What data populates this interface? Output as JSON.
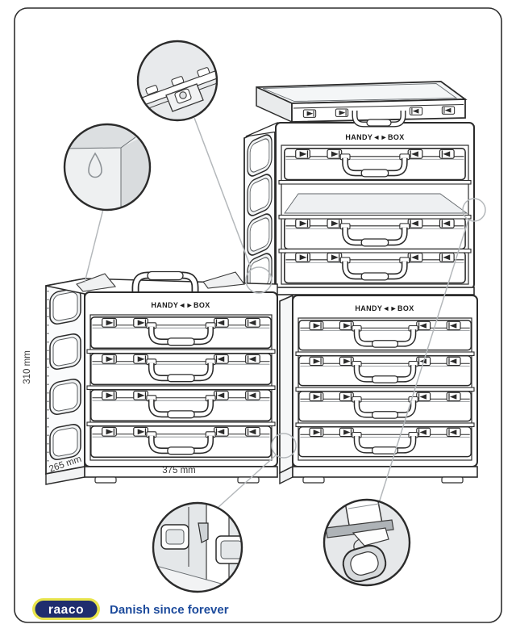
{
  "page": {
    "background": "#ffffff",
    "border_color": "#2f2f2f"
  },
  "product": {
    "units": [
      {
        "id": "cabinet-top-right",
        "label": "HANDY◄►BOX",
        "slots": 4,
        "cases_inside": 3,
        "empty_slot": 2,
        "loose_case_on_top": true
      },
      {
        "id": "cabinet-left",
        "label": "HANDY◄►BOX",
        "slots": 4,
        "cases_inside": 4,
        "carry_handle_on_top": true
      },
      {
        "id": "cabinet-bottom-right",
        "label": "HANDY◄►BOX",
        "slots": 4,
        "cases_inside": 4
      }
    ]
  },
  "dimensions": {
    "height": "310 mm",
    "depth": "265 mm",
    "width": "375 mm"
  },
  "callouts": [
    {
      "name": "rail-clip-detail"
    },
    {
      "name": "wall-keyhole-detail"
    },
    {
      "name": "stacking-feet-detail"
    },
    {
      "name": "caster-wheel-detail"
    }
  ],
  "footer": {
    "brand": "raaco",
    "tagline": "Danish since forever",
    "brand_bg": "#1f2d6e",
    "brand_ring": "#e8e44c",
    "brand_text_color": "#ffffff",
    "tagline_color": "#1d4b9c"
  }
}
